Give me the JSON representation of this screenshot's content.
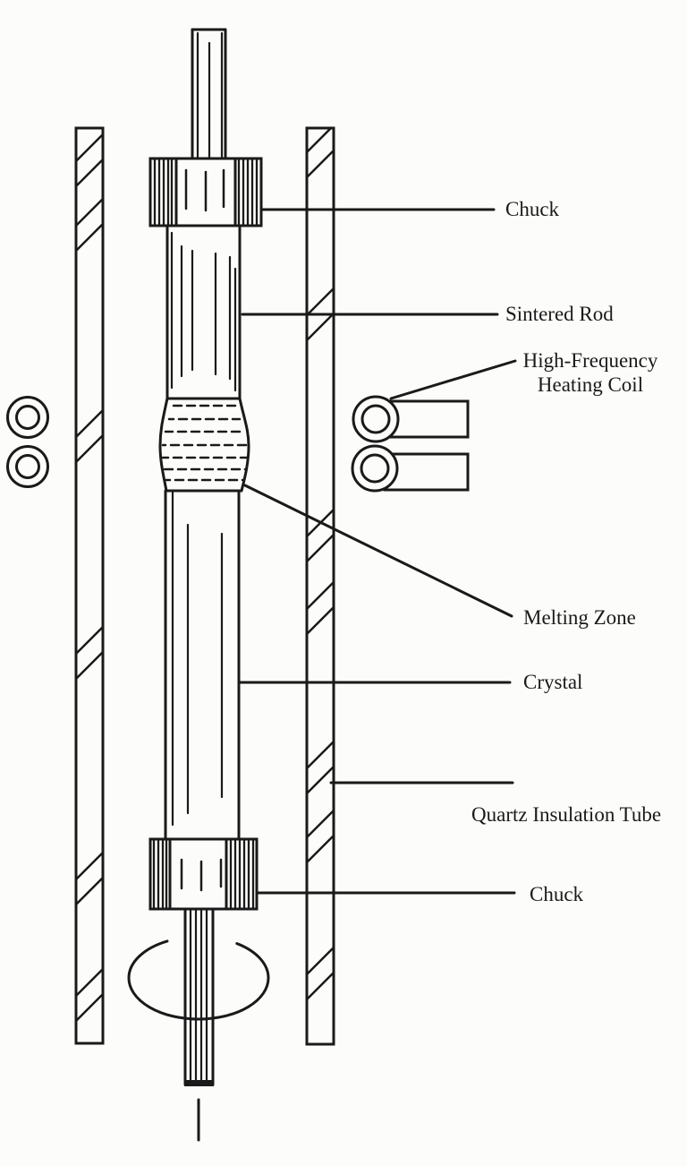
{
  "figure": {
    "type": "technical-line-diagram",
    "subject": "Float-zone crystal growth apparatus (vertical cross-section)"
  },
  "colors": {
    "ink": "#1a1a1a",
    "background": "#fcfcfa"
  },
  "labels": {
    "chuck_top": "Chuck",
    "sintered_rod": "Sintered Rod",
    "heating_coil_line1": "High-Frequency",
    "heating_coil_line2": "Heating Coil",
    "melting_zone": "Melting Zone",
    "crystal": "Crystal",
    "quartz_tube": "Quartz Insulation Tube",
    "chuck_bottom": "Chuck"
  }
}
